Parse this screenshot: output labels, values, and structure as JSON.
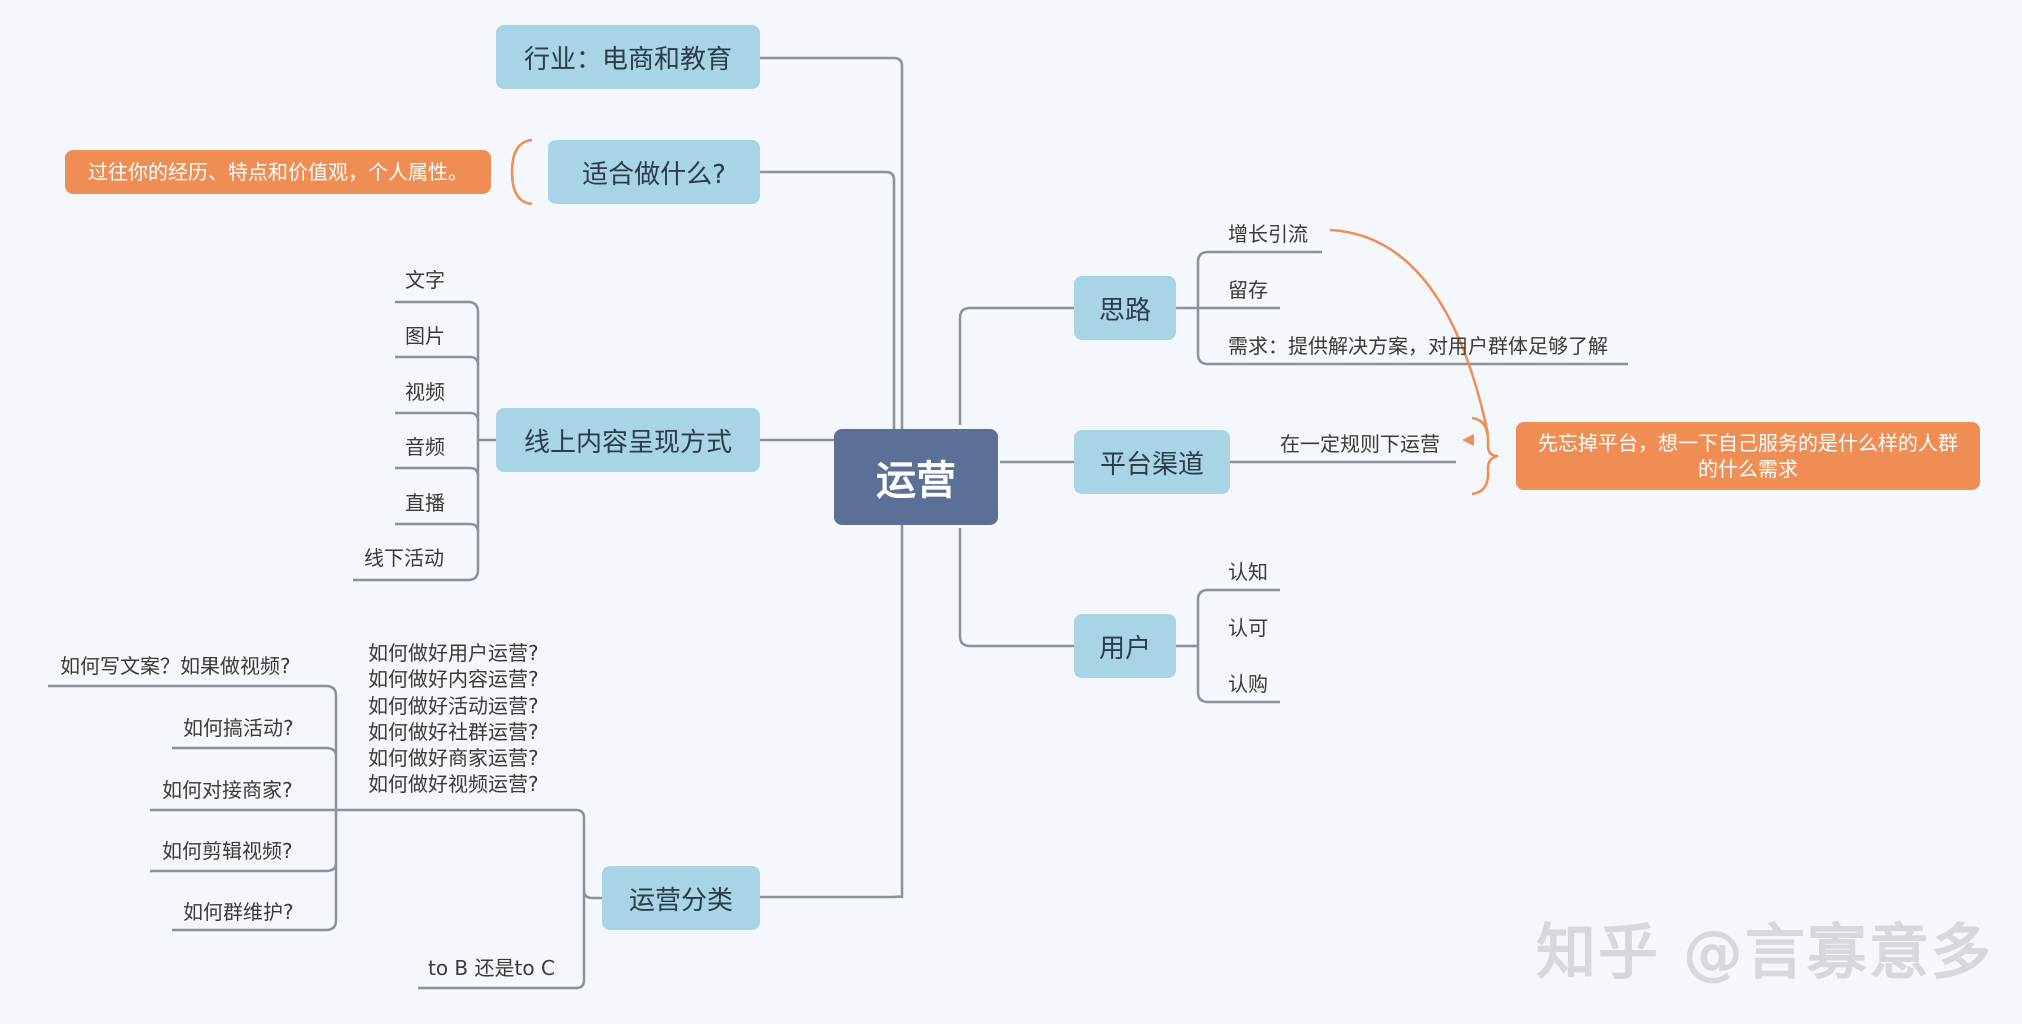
{
  "center": "运营",
  "left_topics": {
    "industry": "行业：电商和教育",
    "suitable": "适合做什么?",
    "online_content": "线上内容呈现方式",
    "ops_types": "运营分类"
  },
  "suitable_note": "过往你的经历、特点和价值观，个人属性。",
  "content_forms": [
    "文字",
    "图片",
    "视频",
    "音频",
    "直播",
    "线下活动"
  ],
  "ops_questions": [
    "如何做好用户运营?",
    "如何做好内容运营?",
    "如何做好活动运营?",
    "如何做好社群运营?",
    "如何做好商家运营?",
    "如何做好视频运营?"
  ],
  "ops_subitems": [
    "如何写文案？如果做视频?",
    "如何搞活动?",
    "如何对接商家?",
    "如何剪辑视频?",
    "如何群维护?"
  ],
  "to_b_c": "to B 还是to C",
  "right_topics": {
    "thinking": "思路",
    "platform": "平台渠道",
    "users": "用户"
  },
  "thinking_items": [
    "增长引流",
    "留存",
    "需求：提供解决方案，对用户群体足够了解"
  ],
  "platform_item": "在一定规则下运营",
  "platform_note": "先忘掉平台，想一下自己服务的是什么样的人群的什么需求",
  "user_items": [
    "认知",
    "认可",
    "认购"
  ],
  "watermark": "知乎 @言寡意多",
  "colors": {
    "topic": "#a7d5e6",
    "center": "#5c6f97",
    "note": "#ee8e55",
    "line": "#8a939c"
  }
}
